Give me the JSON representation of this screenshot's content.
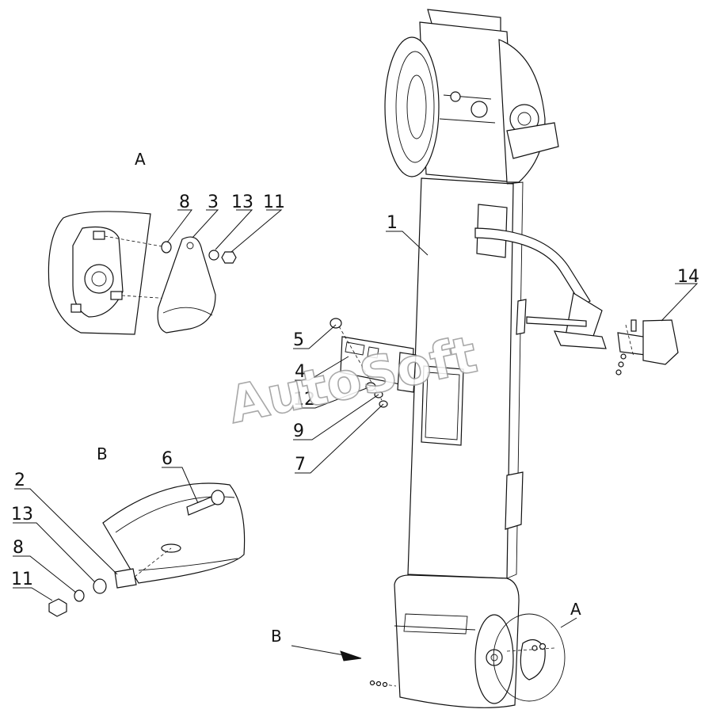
{
  "watermark": "AutoSoft",
  "view_labels": {
    "view_a_top": "A",
    "view_a_bottom": "A",
    "view_b_detail": "B",
    "view_b_arrow": "B"
  },
  "callouts": {
    "part_1": "1",
    "part_2": "2",
    "part_3": "3",
    "part_4": "4",
    "part_5": "5",
    "part_6": "6",
    "part_7": "7",
    "part_8_a": "8",
    "part_8_b": "8",
    "part_9": "9",
    "part_11_a": "11",
    "part_11_b": "11",
    "part_12": "12",
    "part_13_a": "13",
    "part_13_b": "13",
    "part_14": "14"
  }
}
